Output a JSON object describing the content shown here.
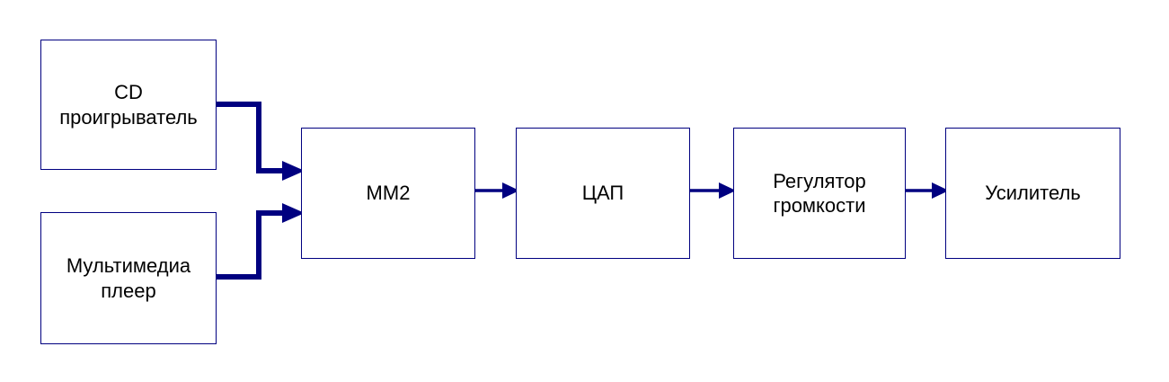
{
  "diagram": {
    "title": "Audio signal chain block diagram",
    "colors": {
      "box_border": "#000080",
      "connector": "#000080",
      "text": "#000000",
      "background": "#ffffff"
    },
    "nodes": [
      {
        "id": "cd-player",
        "label": "CD\nпроигрыватель"
      },
      {
        "id": "mm-player",
        "label": "Мультимедиа\nплеер"
      },
      {
        "id": "mm2",
        "label": "MM2"
      },
      {
        "id": "dac",
        "label": "ЦАП"
      },
      {
        "id": "volume",
        "label": "Регулятор\nгромкости"
      },
      {
        "id": "amplifier",
        "label": "Усилитель"
      }
    ],
    "edges": [
      {
        "id": "cd-to-mm2",
        "from": "cd-player",
        "to": "mm2",
        "style": "stepped-down"
      },
      {
        "id": "mmplayer-to-mm2",
        "from": "mm-player",
        "to": "mm2",
        "style": "stepped-up"
      },
      {
        "id": "mm2-to-dac",
        "from": "mm2",
        "to": "dac",
        "style": "straight"
      },
      {
        "id": "dac-to-volume",
        "from": "dac",
        "to": "volume",
        "style": "straight"
      },
      {
        "id": "volume-to-amp",
        "from": "volume",
        "to": "amplifier",
        "style": "straight"
      }
    ]
  }
}
